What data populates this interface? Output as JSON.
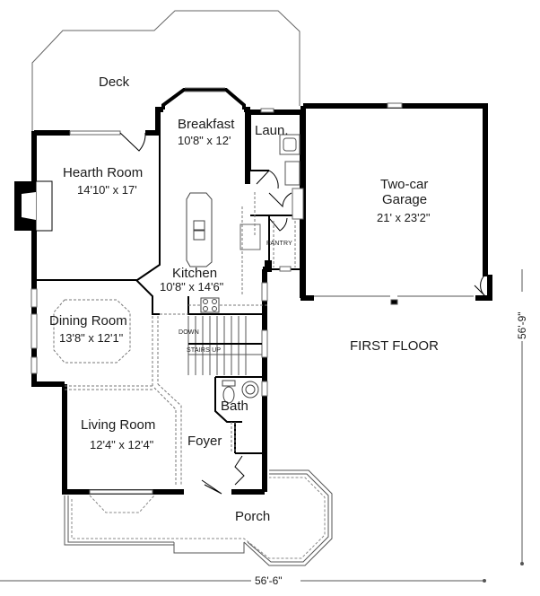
{
  "plan": {
    "title": "FIRST FLOOR",
    "dimensions": {
      "width": "56'-6\"",
      "depth": "56'-9\""
    },
    "rooms": [
      {
        "id": "deck",
        "name": "Deck",
        "size": ""
      },
      {
        "id": "breakfast",
        "name": "Breakfast",
        "size": "10'8\" x 12'"
      },
      {
        "id": "laundry",
        "name": "Laun.",
        "size": ""
      },
      {
        "id": "hearth",
        "name": "Hearth Room",
        "size": "14'10\" x 17'"
      },
      {
        "id": "garage",
        "name_line1": "Two-car",
        "name_line2": "Garage",
        "size": "21' x 23'2\""
      },
      {
        "id": "kitchen",
        "name": "Kitchen",
        "size": "10'8\" x 14'6\""
      },
      {
        "id": "pantry",
        "name": "PANTRY",
        "size": ""
      },
      {
        "id": "dining",
        "name": "Dining Room",
        "size": "13'8\" x 12'1\""
      },
      {
        "id": "bath",
        "name": "Bath",
        "size": ""
      },
      {
        "id": "living",
        "name": "Living Room",
        "size": "12'4\" x 12'4\""
      },
      {
        "id": "foyer",
        "name": "Foyer",
        "size": ""
      },
      {
        "id": "porch",
        "name": "Porch",
        "size": ""
      }
    ],
    "stairs": {
      "down": "DOWN",
      "up": "STAIRS UP"
    },
    "colors": {
      "wall": "#000000",
      "line": "#555555",
      "dashed": "#777777",
      "background": "#ffffff"
    }
  }
}
